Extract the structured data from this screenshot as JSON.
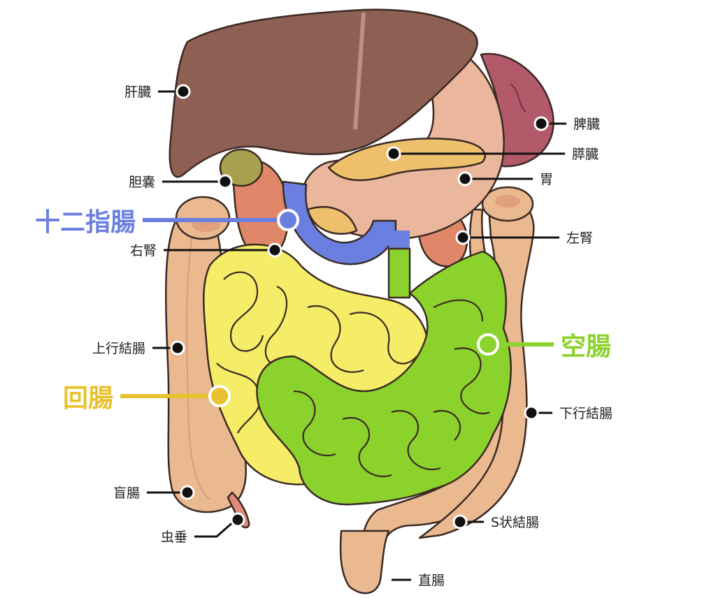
{
  "labels": {
    "liver": "肝臓",
    "spleen": "脾臓",
    "pancreas": "膵臓",
    "stomach": "胃",
    "gallbladder": "胆嚢",
    "duodenum": "十二指腸",
    "right_kidney": "右腎",
    "left_kidney": "左腎",
    "ascending_colon": "上行結腸",
    "jejunum": "空腸",
    "ileum": "回腸",
    "descending_colon": "下行結腸",
    "cecum": "盲腸",
    "appendix": "虫垂",
    "sigmoid_colon": "S状結腸",
    "rectum": "直腸"
  },
  "colors": {
    "duodenum": "#6b7fe0",
    "jejunum": "#8cd22c",
    "ileum": "#e8c22c",
    "leader": "#111111"
  }
}
